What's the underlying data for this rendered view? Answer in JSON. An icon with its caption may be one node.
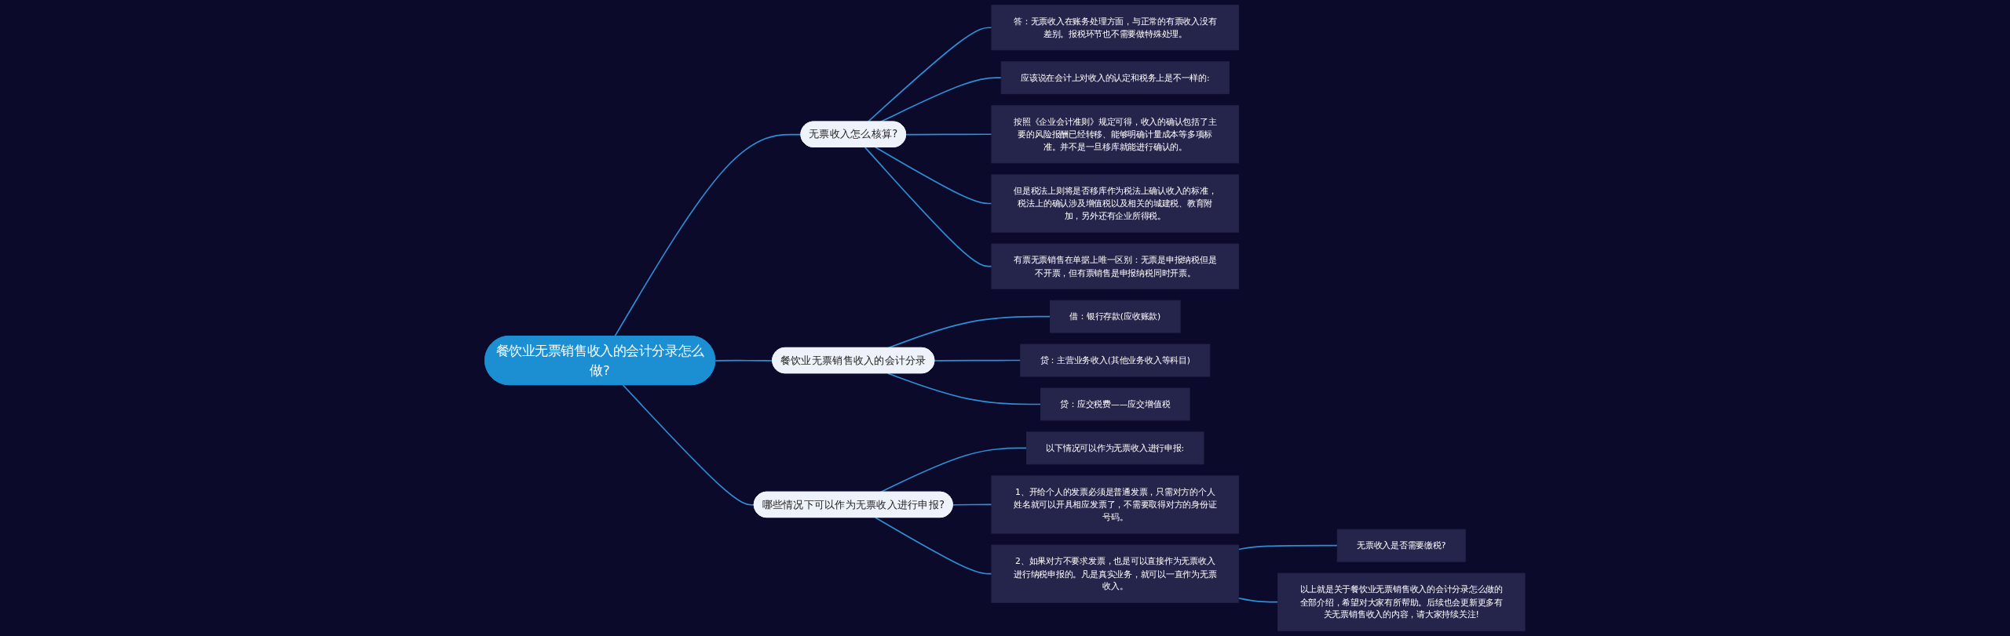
{
  "diagram": {
    "nodes": [
      {
        "text": [
          "餐饮业无票销售收入的会计分录怎么做?"
        ]
      },
      {
        "text": [
          "无票收入怎么核算?"
        ]
      },
      {
        "text": [
          "答：无票收入在账务处理方面，与正常的有票收入没有差别。报税环节也不需要做特殊处理。"
        ]
      },
      {
        "text": [
          "应该说在会计上对收入的认定和税务上是不一样的:"
        ]
      },
      {
        "text": [
          "按照《企业会计准则》规定可得，收入的确认包括了主要的风险报酬已经转移、能够明确计量成本等多项标准。并不是一旦移库就能进行确认的。"
        ]
      },
      {
        "text": [
          "但是税法上则将是否移库作为税法上确认收入的标准，税法上的确认涉及增值税以及相关的城建税、教育附加，另外还有企业所得税。"
        ]
      },
      {
        "text": [
          "有票无票销售在单据上唯一区别：无票是申报纳税但是不开票，但有票销售是申报纳税同时开票。"
        ]
      },
      {
        "text": [
          "餐饮业无票销售收入的会计分录"
        ]
      },
      {
        "text": [
          "借：银行存款(应收账款)"
        ]
      },
      {
        "text": [
          "贷：主营业务收入(其他业务收入等科目)"
        ]
      },
      {
        "text": [
          "贷：应交税费——应交增值税"
        ]
      },
      {
        "text": [
          "哪些情况下可以作为无票收入进行申报?"
        ]
      },
      {
        "text": [
          "以下情况可以作为无票收入进行申报:"
        ]
      },
      {
        "text": [
          "1、开给个人的发票必须是普通发票，只需对方的个人姓名就可以开具相应发票了，不需要取得对方的身份证号码。"
        ]
      },
      {
        "text": [
          "2、如果对方不要求发票，也是可以直接作为无票收入进行纳税申报的。凡是真实业务，就可以一直作为无票收入。"
        ]
      },
      {
        "text": [
          "无票收入是否需要缴税?"
        ]
      },
      {
        "text": [
          "以上就是关于餐饮业无票销售收入的会计分录怎么做的全部介绍，希望对大家有所帮助。后续也会更新更多有关无票销售收入的内容，请大家持续关注!"
        ]
      }
    ],
    "edges": [
      {
        "from": 0,
        "to": 1,
        "arrow": "none"
      },
      {
        "from": 1,
        "to": 2,
        "arrow": "none"
      },
      {
        "from": 1,
        "to": 3,
        "arrow": "none"
      },
      {
        "from": 1,
        "to": 4,
        "arrow": "none"
      },
      {
        "from": 1,
        "to": 5,
        "arrow": "none"
      },
      {
        "from": 1,
        "to": 6,
        "arrow": "none"
      },
      {
        "from": 0,
        "to": 7,
        "arrow": "none"
      },
      {
        "from": 7,
        "to": 8,
        "arrow": "none"
      },
      {
        "from": 7,
        "to": 9,
        "arrow": "none"
      },
      {
        "from": 7,
        "to": 10,
        "arrow": "none"
      },
      {
        "from": 0,
        "to": 11,
        "arrow": "none"
      },
      {
        "from": 11,
        "to": 12,
        "arrow": "none"
      },
      {
        "from": 11,
        "to": 13,
        "arrow": "none"
      },
      {
        "from": 11,
        "to": 14,
        "arrow": "none"
      },
      {
        "from": 14,
        "to": 15,
        "arrow": "none"
      },
      {
        "from": 14,
        "to": 16,
        "arrow": "none"
      }
    ]
  }
}
